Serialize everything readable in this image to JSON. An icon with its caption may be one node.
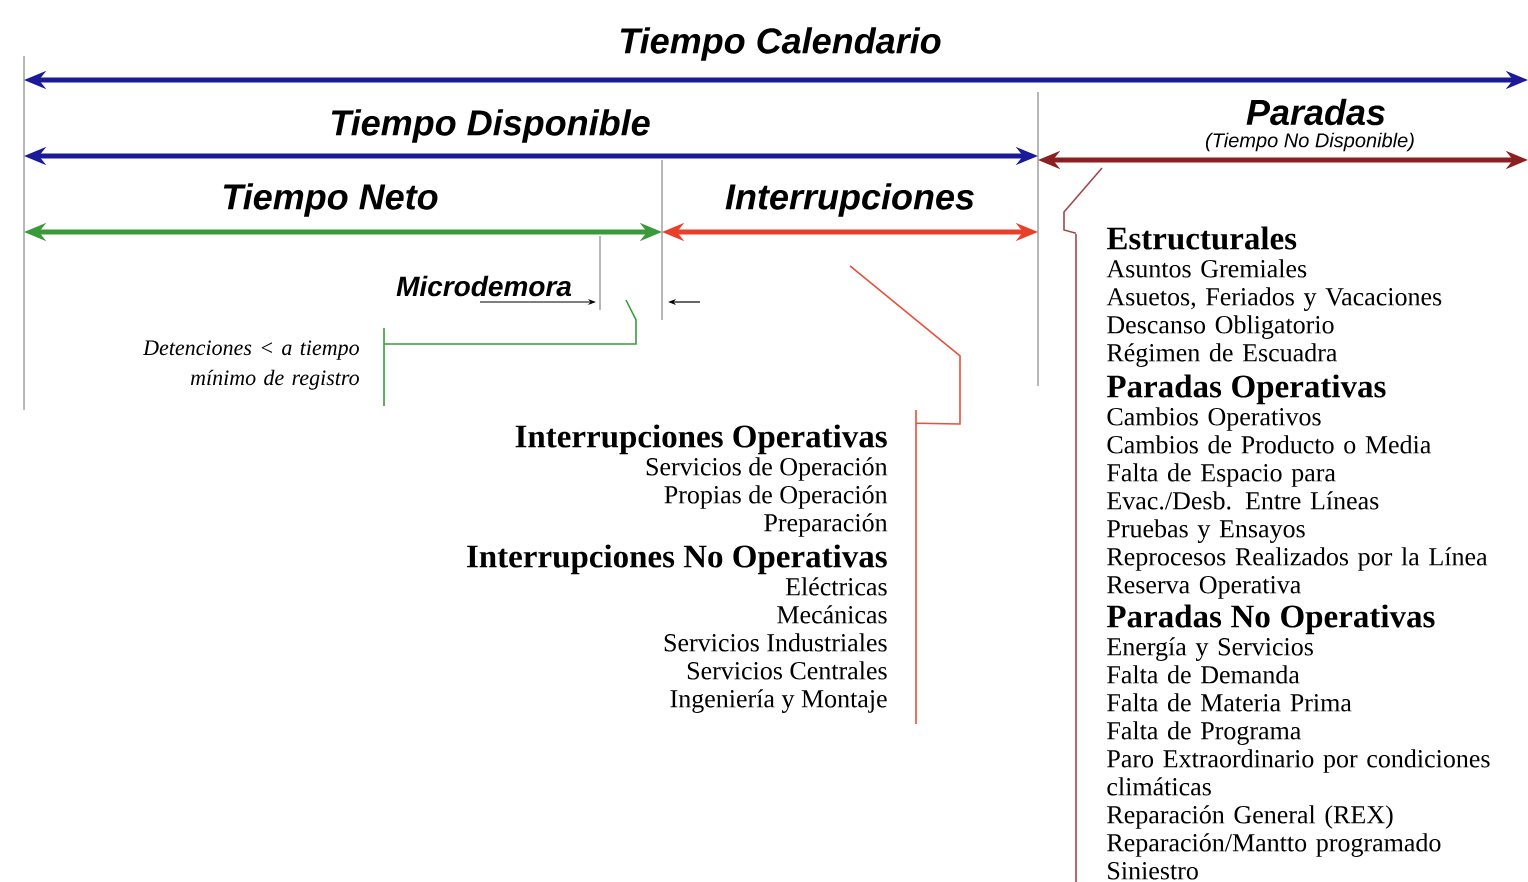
{
  "diagram": {
    "nodes": [
      {
        "text": [
          "Interrupciones Operativas",
          "Servicios de Operación",
          "Propias de Operación",
          "Preparación"
        ]
      },
      {
        "text": [
          "Interrupciones No Operativas",
          "Eléctricas",
          "Mecánicas",
          "Servicios Industriales",
          "Servicios Centrales",
          "Ingeniería y Montaje"
        ]
      },
      {
        "text": [
          "Estructurales",
          "Asuntos Gremiales",
          "Asuetos, Feriados y Vacaciones",
          "Descanso Obligatorio",
          "Régimen de Escuadra"
        ]
      },
      {
        "text": [
          "Paradas Operativas",
          "Cambios Operativos",
          "Cambios de Producto o Media",
          "Falta de Espacio para",
          "Evac./Desb. Entre Líneas",
          "Pruebas y Ensayos",
          "Reprocesos Realizados por la Línea",
          "Reserva Operativa"
        ]
      },
      {
        "text": [
          "Paradas No Operativas",
          "Energía y Servicios",
          "Falta de Demanda",
          "Falta de Materia Prima",
          "Falta de Programa",
          "Paro Extraordinario por condiciones climáticas",
          "Reparación General (REX)",
          "Reparación/Mantto programado",
          "Siniestro"
        ]
      },
      {
        "text": [
          "Detenciones < a tiempo mínimo de registro"
        ]
      },
      {
        "text": [],
        "shape": "bar"
      },
      {
        "text": [],
        "shape": "bar"
      }
    ],
    "edges": [
      {
        "from": 6,
        "to": null,
        "arrow": "none",
        "color": "#e8503a"
      },
      {
        "from": 7,
        "to": null,
        "arrow": "none",
        "color": "#a04848"
      },
      {
        "from": 5,
        "to": null,
        "arrow": "none",
        "color": "#3a9a3a"
      }
    ],
    "labels": [
      "Tiempo Calendario",
      "Tiempo Disponible",
      "Paradas",
      "(Tiempo No Disponible)",
      "Tiempo Neto",
      "Interrupciones",
      "Microdemora"
    ]
  }
}
